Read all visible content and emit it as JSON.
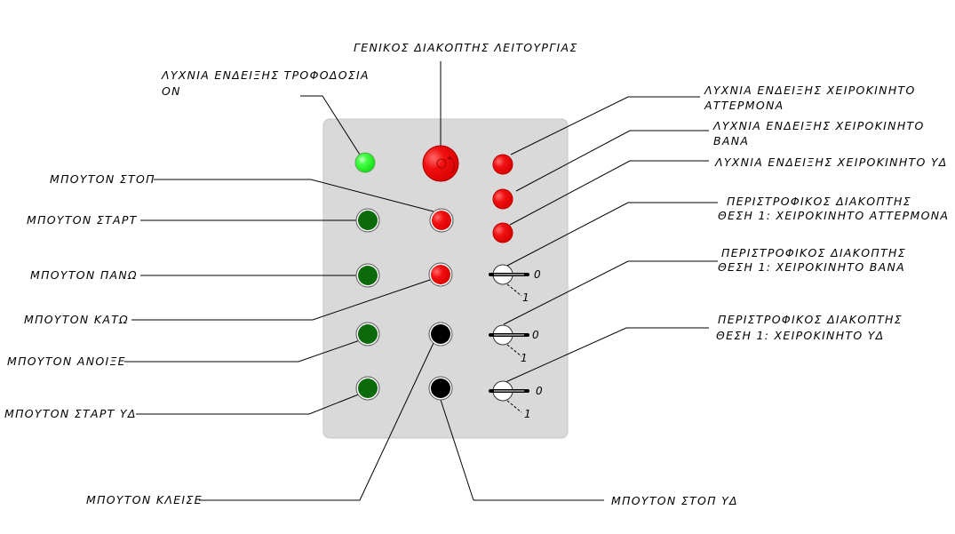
{
  "colors": {
    "panel": "#d9d9d9",
    "panel_border": "#c6c6c6",
    "green_lamp": "#22ee22",
    "dark_green_button": "#0b6b0b",
    "red": "#ee0a0a",
    "black": "#000000"
  },
  "labels": {
    "main_switch": "ΓΕΝΙΚΟΣ ΔΙΑΚΟΠΤΗΣ ΛΕΙΤΟΥΡΓΙΑΣ",
    "power_lamp_1": "ΛΥΧΝΙΑ ΕΝΔΕΙΞΗΣ ΤΡΟΦΟΔΟΣΙΑ",
    "power_lamp_2": "ΟΝ",
    "stop": "ΜΠΟΥΤΟΝ ΣΤΟΠ",
    "start": "ΜΠΟΥΤΟΝ ΣΤΑΡΤ",
    "up": "ΜΠΟΥΤΟΝ ΠΑΝΩ",
    "down": "ΜΠΟΥΤΟΝ ΚΑΤΩ",
    "open": "ΜΠΟΥΤΟΝ ΑΝΟΙΞΕ",
    "start_yd": "ΜΠΟΥΤΟΝ ΣΤΑΡΤ ΥΔ",
    "close": "ΜΠΟΥΤΟΝ ΚΛΕΙΣΕ",
    "stop_yd": "ΜΠΟΥΤΟΝ ΣΤΟΠ ΥΔ",
    "lamp_attermona_1": "ΛΥΧΝΙΑ ΕΝΔΕΙΞΗΣ ΧΕΙΡΟΚΙΝΗΤΟ",
    "lamp_attermona_2": "ΑΤΤΕΡΜΟΝΑ",
    "lamp_vana_1": "ΛΥΧΝΙΑ ΕΝΔΕΙΞΗΣ ΧΕΙΡΟΚΙΝΗΤΟ",
    "lamp_vana_2": "ΒΑΝΑ",
    "lamp_yd": "ΛΥΧΝΙΑ ΕΝΔΕΙΞΗΣ ΧΕΙΡΟΚΙΝΗΤΟ ΥΔ",
    "rot_attermona_1": "ΠΕΡΙΣΤΡΟΦΙΚΟΣ ΔΙΑΚΟΠΤΗΣ",
    "rot_attermona_2": "ΘΕΣΗ 1: ΧΕΙΡΟΚΙΝΗΤΟ ΑΤΤΕΡΜΟΝΑ",
    "rot_vana_1": "ΠΕΡΙΣΤΡΟΦΙΚΟΣ ΔΙΑΚΟΠΤΗΣ",
    "rot_vana_2": "ΘΕΣΗ 1: ΧΕΙΡΟΚΙΝΗΤΟ ΒΑΝΑ",
    "rot_yd_1": "ΠΕΡΙΣΤΡΟΦΙΚΟΣ ΔΙΑΚΟΠΤΗΣ",
    "rot_yd_2": "ΘΕΣΗ 1: ΧΕΙΡΟΚΙΝΗΤΟ ΥΔ",
    "pos_0": "0",
    "pos_1": "1"
  }
}
